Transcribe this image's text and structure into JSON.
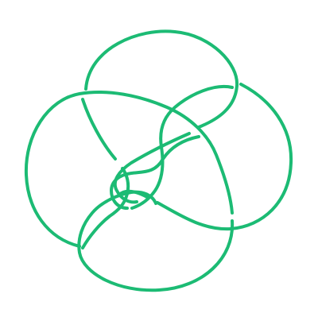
{
  "knot": {
    "stroke_color": "#1cbb74",
    "background_color": "#ffffff",
    "crossing_count": 8,
    "strands": [
      "top-lobe",
      "left-lobe",
      "right-lobe",
      "bottom-lobe",
      "inner-diagonal-a",
      "inner-diagonal-b",
      "center-loop",
      "center-arc"
    ]
  }
}
